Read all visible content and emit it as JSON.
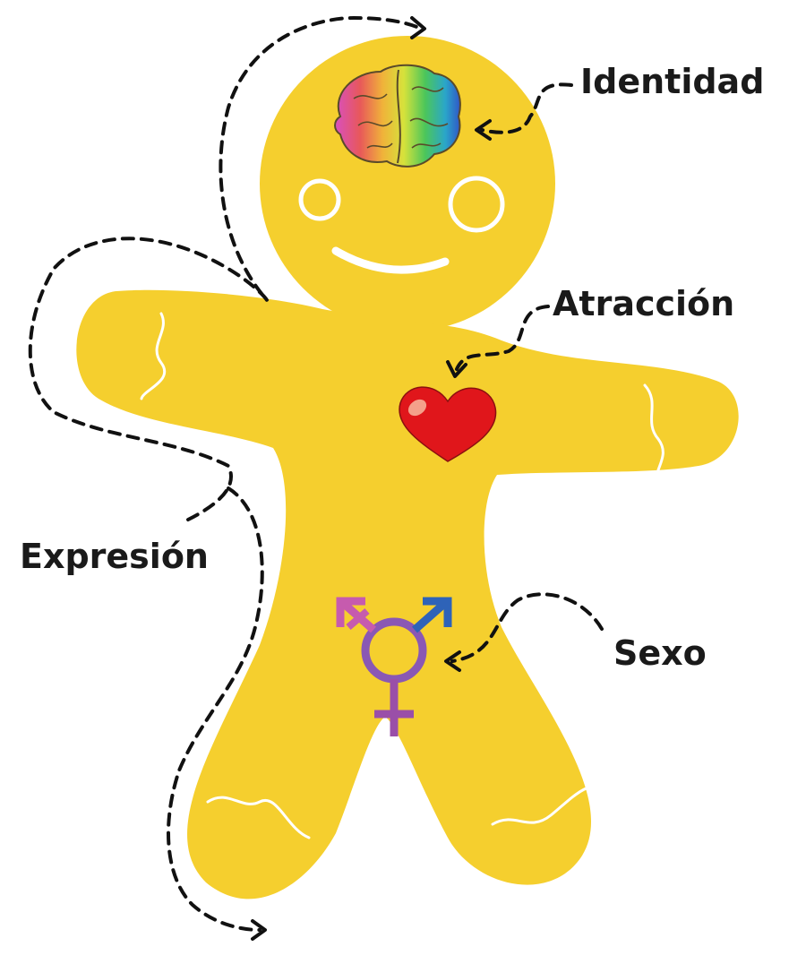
{
  "labels": {
    "identity": "Identidad",
    "attraction": "Atracción",
    "expression": "Expresión",
    "sex": "Sexo"
  },
  "colors": {
    "body": "#F5CF2E",
    "icing": "#FFFFFF",
    "heart": "#E0161B",
    "heart_highlight": "#F4A08A",
    "symbol_pink": "#C65BAE",
    "symbol_purple": "#8A58B4",
    "symbol_blue": "#2E63B8",
    "arrow": "#111111"
  },
  "icons": {
    "brain": "rainbow-brain-icon",
    "heart": "heart-icon",
    "transgender_symbol": "transgender-symbol-icon"
  }
}
